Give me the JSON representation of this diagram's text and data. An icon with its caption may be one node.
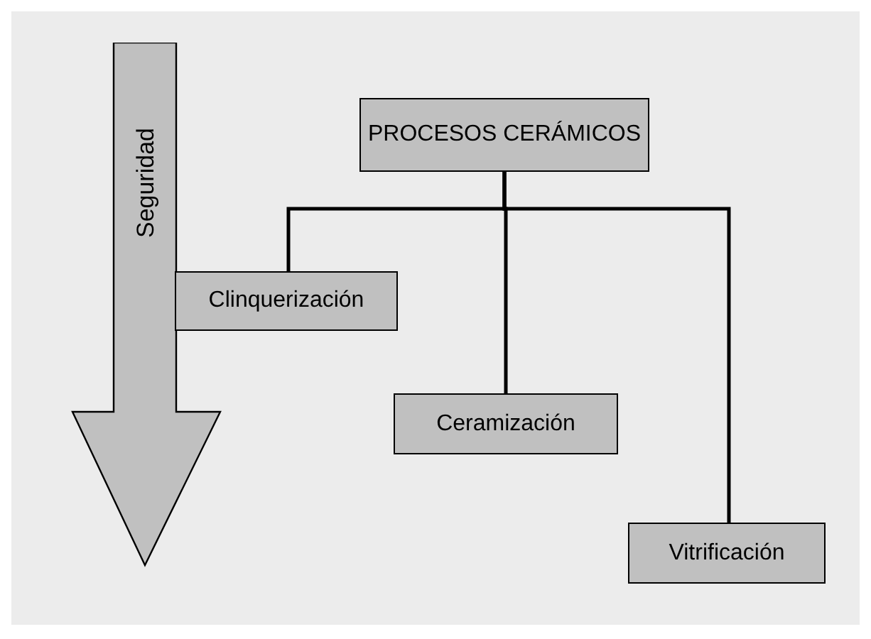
{
  "diagram": {
    "nodes": [
      {
        "text": [
          "Seguridad"
        ]
      },
      {
        "text": [
          "PROCESOS CERÁMICOS"
        ]
      },
      {
        "text": [
          "Clinquerización"
        ]
      },
      {
        "text": [
          "Ceramización"
        ]
      },
      {
        "text": [
          "Vitrificación"
        ]
      }
    ],
    "edges": [
      {
        "from": 1,
        "to": 2,
        "arrow": "none"
      },
      {
        "from": 1,
        "to": 3,
        "arrow": "none"
      },
      {
        "from": 1,
        "to": 4,
        "arrow": "none"
      }
    ]
  }
}
